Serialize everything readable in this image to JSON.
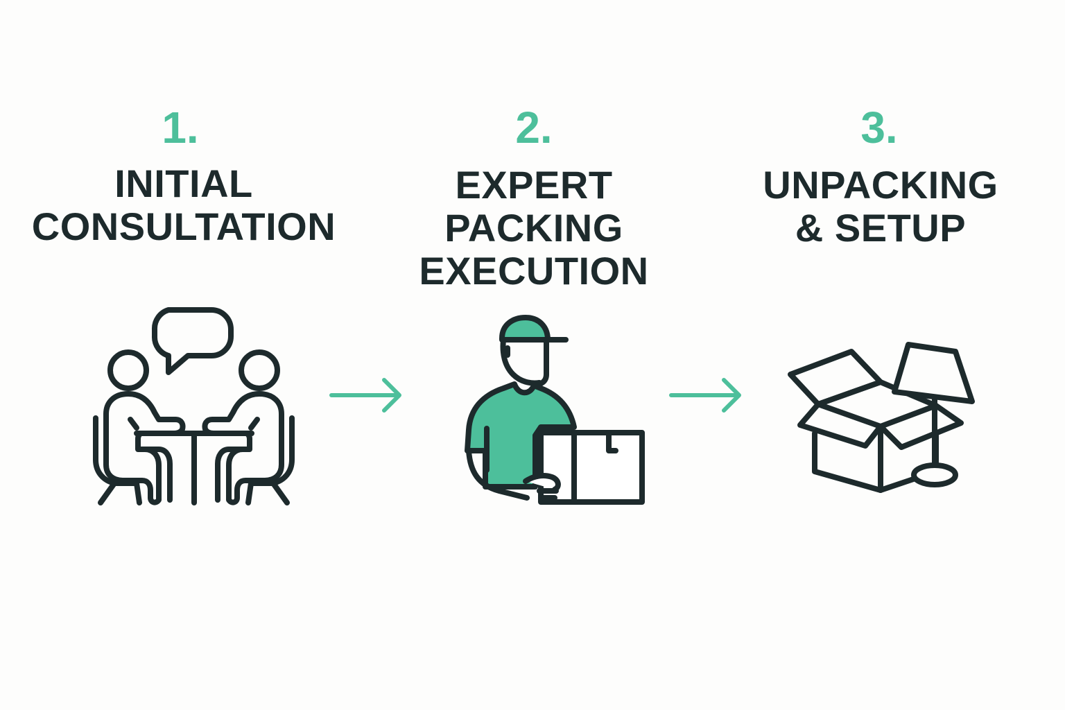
{
  "colors": {
    "accent": "#4dbf9b",
    "ink": "#1d2a2c",
    "background": "#fdfdfc"
  },
  "steps": [
    {
      "number": "1.",
      "title_lines": [
        "INITIAL",
        "CONSULTATION"
      ],
      "icon": "consultation-meeting-icon"
    },
    {
      "number": "2.",
      "title_lines": [
        "EXPERT",
        "PACKING",
        "EXECUTION"
      ],
      "icon": "packer-with-box-icon"
    },
    {
      "number": "3.",
      "title_lines": [
        "UNPACKING",
        "& SETUP"
      ],
      "icon": "open-box-with-lamp-icon"
    }
  ],
  "connectors": [
    {
      "from": 1,
      "to": 2,
      "icon": "arrow-right-icon"
    },
    {
      "from": 2,
      "to": 3,
      "icon": "arrow-right-icon"
    }
  ]
}
